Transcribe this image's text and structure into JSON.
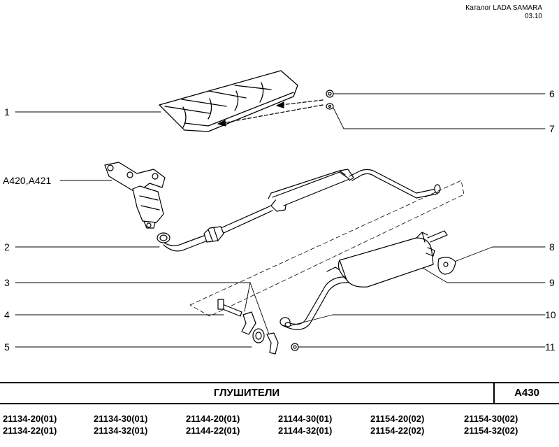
{
  "header": {
    "catalog": "Каталог  LADA SAMARA",
    "date": "03.10"
  },
  "callouts": [
    {
      "id": "c1",
      "text": "1"
    },
    {
      "id": "c-a420",
      "text": "A420,A421"
    },
    {
      "id": "c2",
      "text": "2"
    },
    {
      "id": "c3",
      "text": "3"
    },
    {
      "id": "c4",
      "text": "4"
    },
    {
      "id": "c5",
      "text": "5"
    },
    {
      "id": "c6",
      "text": "6"
    },
    {
      "id": "c7",
      "text": "7"
    },
    {
      "id": "c8",
      "text": "8"
    },
    {
      "id": "c9",
      "text": "9"
    },
    {
      "id": "c10",
      "text": "10"
    },
    {
      "id": "c11",
      "text": "11"
    }
  ],
  "title": {
    "section": "ГЛУШИТЕЛИ",
    "code": "A430"
  },
  "models": [
    [
      "21134-20(01)",
      "21134-22(01)"
    ],
    [
      "21134-30(01)",
      "21134-32(01)"
    ],
    [
      "21144-20(01)",
      "21144-22(01)"
    ],
    [
      "21144-30(01)",
      "21144-32(01)"
    ],
    [
      "21154-20(02)",
      "21154-22(02)"
    ],
    [
      "21154-30(02)",
      "21154-32(02)"
    ]
  ]
}
